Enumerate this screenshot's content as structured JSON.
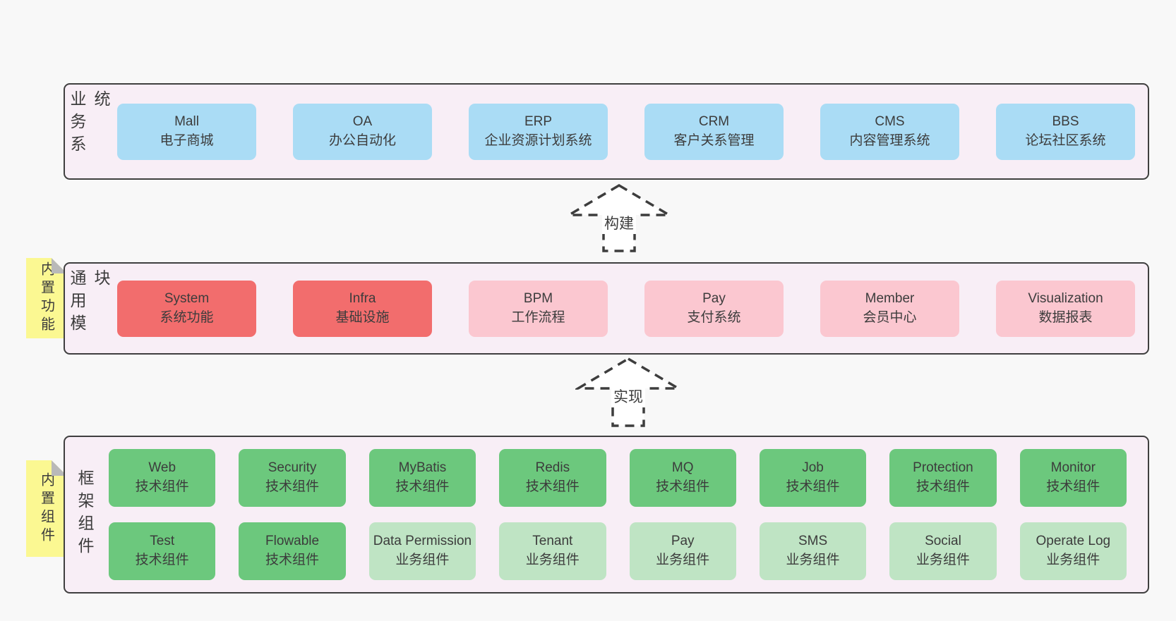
{
  "colors": {
    "page_bg": "#f8f8f8",
    "band_bg": "#f8eef6",
    "band_border": "#3f3f3f",
    "text": "#3c3c3c",
    "box_blue": "#aadcf5",
    "box_red": "#f26d6d",
    "box_pink": "#fbc7d0",
    "box_green": "#6cc87d",
    "box_light_green": "#bfe4c4",
    "note_yellow": "#fbf892",
    "note_fold": "#b9b9b9",
    "arrow_stroke": "#3d3d3d",
    "arrow_fill": "#ffffff"
  },
  "arrows": [
    {
      "label": "构建"
    },
    {
      "label": "实现"
    }
  ],
  "bands": [
    {
      "id": "business-systems",
      "label": "业务系统",
      "boxes": [
        {
          "name": "Mall",
          "desc": "电子商城",
          "type": "blue"
        },
        {
          "name": "OA",
          "desc": "办公自动化",
          "type": "blue"
        },
        {
          "name": "ERP",
          "desc": "企业资源计划系统",
          "type": "blue"
        },
        {
          "name": "CRM",
          "desc": "客户关系管理",
          "type": "blue"
        },
        {
          "name": "CMS",
          "desc": "内容管理系统",
          "type": "blue"
        },
        {
          "name": "BBS",
          "desc": "论坛社区系统",
          "type": "blue"
        }
      ]
    },
    {
      "id": "common-modules",
      "label": "通用模块",
      "note": "内置功能",
      "boxes": [
        {
          "name": "System",
          "desc": "系统功能",
          "type": "red"
        },
        {
          "name": "Infra",
          "desc": "基础设施",
          "type": "red"
        },
        {
          "name": "BPM",
          "desc": "工作流程",
          "type": "pink"
        },
        {
          "name": "Pay",
          "desc": "支付系统",
          "type": "pink"
        },
        {
          "name": "Member",
          "desc": "会员中心",
          "type": "pink"
        },
        {
          "name": "Visualization",
          "desc": "数据报表",
          "type": "pink"
        }
      ]
    },
    {
      "id": "framework-components",
      "label": "框架组件",
      "note": "内置组件",
      "rows": [
        [
          {
            "name": "Web",
            "desc": "技术组件",
            "type": "green"
          },
          {
            "name": "Security",
            "desc": "技术组件",
            "type": "green"
          },
          {
            "name": "MyBatis",
            "desc": "技术组件",
            "type": "green"
          },
          {
            "name": "Redis",
            "desc": "技术组件",
            "type": "green"
          },
          {
            "name": "MQ",
            "desc": "技术组件",
            "type": "green"
          },
          {
            "name": "Job",
            "desc": "技术组件",
            "type": "green"
          },
          {
            "name": "Protection",
            "desc": "技术组件",
            "type": "green"
          },
          {
            "name": "Monitor",
            "desc": "技术组件",
            "type": "green"
          }
        ],
        [
          {
            "name": "Test",
            "desc": "技术组件",
            "type": "green"
          },
          {
            "name": "Flowable",
            "desc": "技术组件",
            "type": "green"
          },
          {
            "name": "Data Permission",
            "desc": "业务组件",
            "type": "lightgreen"
          },
          {
            "name": "Tenant",
            "desc": "业务组件",
            "type": "lightgreen"
          },
          {
            "name": "Pay",
            "desc": "业务组件",
            "type": "lightgreen"
          },
          {
            "name": "SMS",
            "desc": "业务组件",
            "type": "lightgreen"
          },
          {
            "name": "Social",
            "desc": "业务组件",
            "type": "lightgreen"
          },
          {
            "name": "Operate Log",
            "desc": "业务组件",
            "type": "lightgreen"
          }
        ]
      ]
    }
  ]
}
